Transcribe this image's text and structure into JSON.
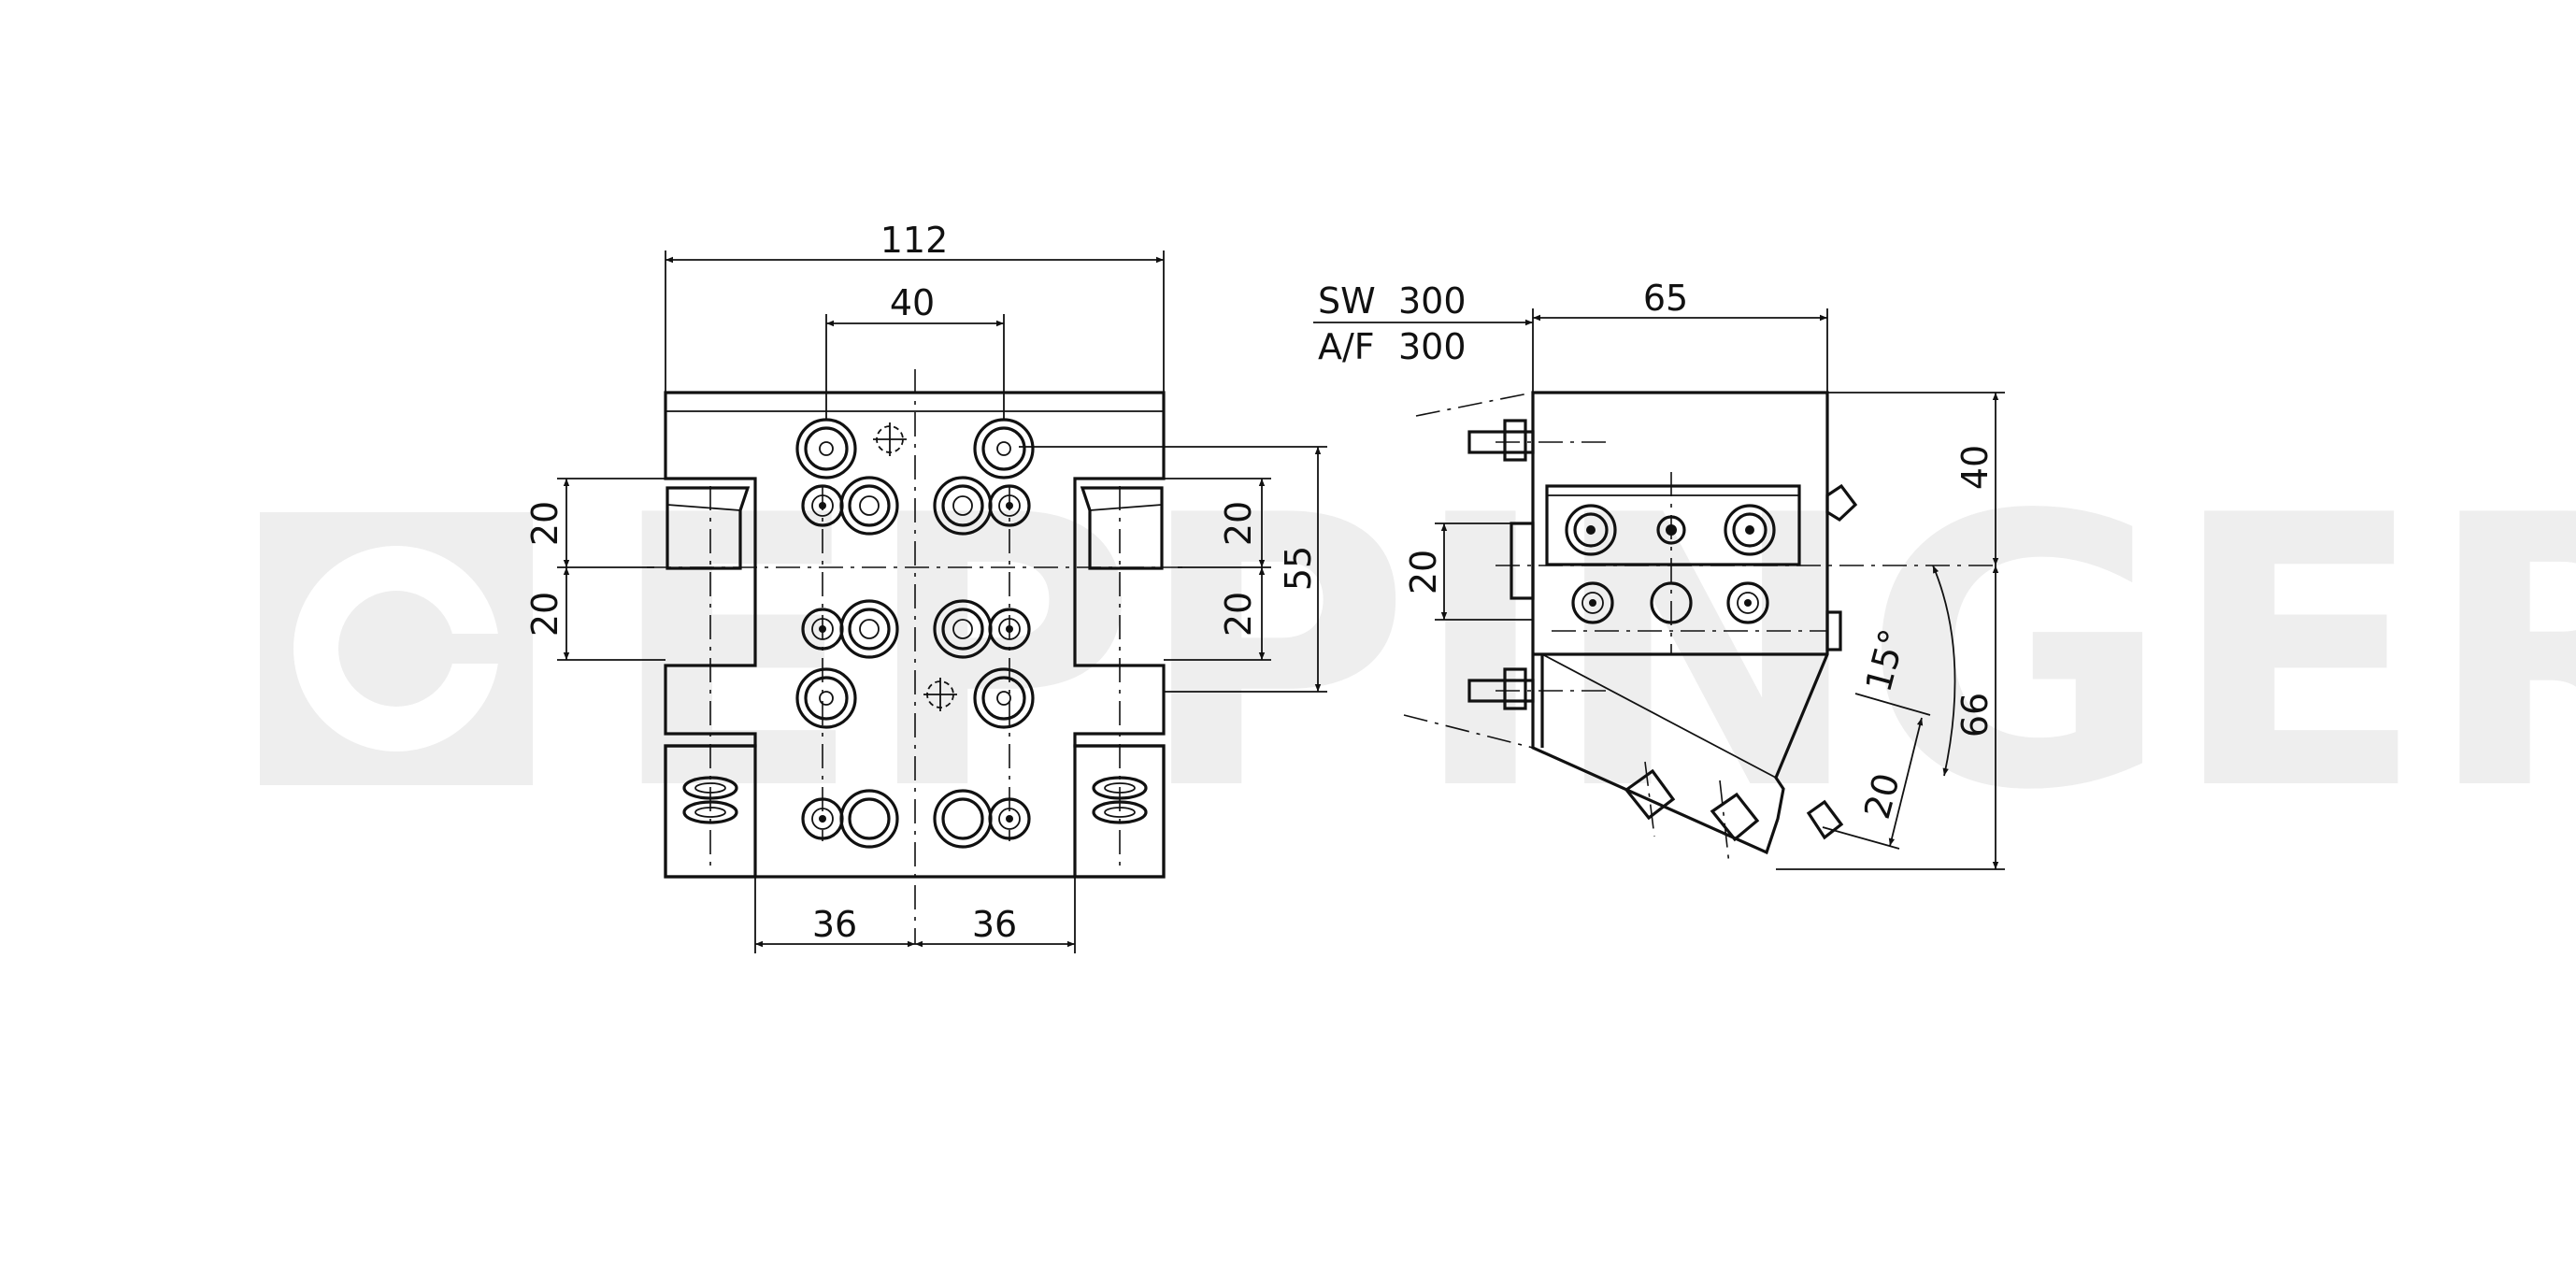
{
  "watermark": {
    "text": "EPPINGER",
    "color": "#eeeeee",
    "icon": "eppinger-logo-icon"
  },
  "front_view": {
    "dim_overall_width": "112",
    "dim_bolt_spacing": "40",
    "dim_left_upper": "20",
    "dim_left_lower": "20",
    "dim_right_upper": "20",
    "dim_right_lower": "20",
    "dim_height": "55",
    "dim_bottom_left": "36",
    "dim_bottom_right": "36"
  },
  "side_view": {
    "sw_label": "SW",
    "sw_value": "300",
    "af_label": "A/F",
    "af_value": "300",
    "dim_depth": "65",
    "dim_upper_height": "40",
    "dim_lower_height": "66",
    "dim_offset": "20",
    "dim_angle": "15°",
    "dim_slant": "20"
  },
  "colors": {
    "line": "#111111",
    "background": "#ffffff"
  }
}
